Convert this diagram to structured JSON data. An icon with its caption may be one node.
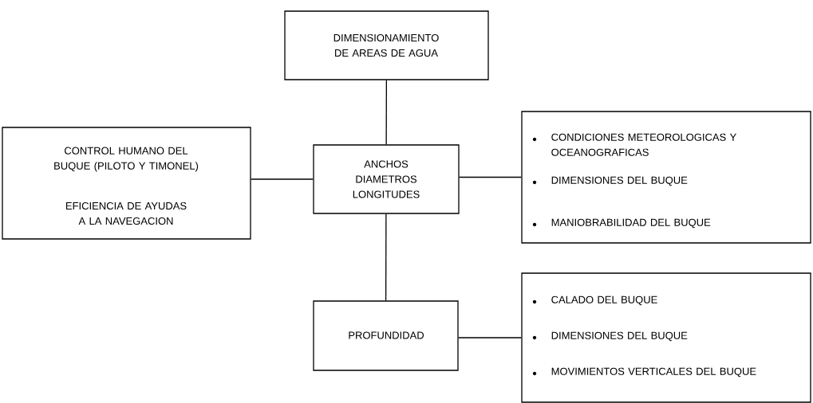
{
  "diagram": {
    "nodes": [
      {
        "text": [
          "DIMENSIONAMIENTO DE AREAS DE AGUA"
        ]
      },
      {
        "text": [
          "CONTROL HUMANO DEL BUQUE (PILOTO Y TIMONEL)",
          "EFICIENCIA DE AYUDAS A LA NAVEGACION"
        ]
      },
      {
        "text": [
          "ANCHOS DIAMETROS LONGITUDES"
        ]
      },
      {
        "text": [
          "CONDICIONES METEOROLOGICAS Y OCEANOGRAFICAS",
          "DIMENSIONES DEL BUQUE",
          "MANIOBRABILIDAD DEL BUQUE"
        ]
      },
      {
        "text": [
          "PROFUNDIDAD"
        ]
      },
      {
        "text": [
          "CALADO DEL BUQUE",
          "DIMENSIONES DEL BUQUE",
          "MOVIMIENTOS VERTICALES DEL BUQUE"
        ]
      }
    ],
    "edges": [
      {
        "from": 0,
        "to": 2,
        "arrow": "none"
      },
      {
        "from": 1,
        "to": 2,
        "arrow": "none"
      },
      {
        "from": 2,
        "to": 3,
        "arrow": "none"
      },
      {
        "from": 2,
        "to": 4,
        "arrow": "none"
      },
      {
        "from": 4,
        "to": 5,
        "arrow": "none"
      }
    ]
  }
}
